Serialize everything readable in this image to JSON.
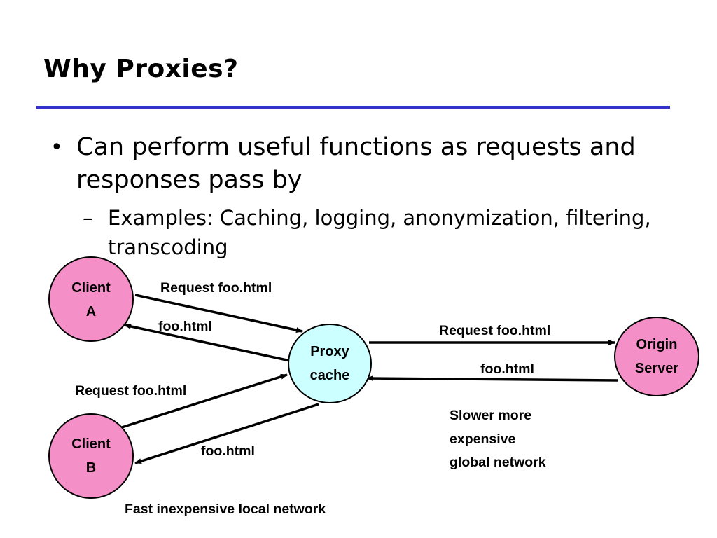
{
  "slide": {
    "title": "Why Proxies?",
    "rule_color": "#3333cc",
    "bullet": "•",
    "bullet_text": "Can perform useful functions as requests and responses pass by",
    "subbullet_dash": "–",
    "subbullet_text": "Examples: Caching, logging, anonymization, filtering, transcoding"
  },
  "diagram": {
    "nodes": {
      "client_a": {
        "line1": "Client",
        "line2": "A",
        "fill": "#f48fc7"
      },
      "client_b": {
        "line1": "Client",
        "line2": "B",
        "fill": "#f48fc7"
      },
      "proxy": {
        "line1": "Proxy",
        "line2": "cache",
        "fill": "#ccffff"
      },
      "origin": {
        "line1": "Origin",
        "line2": "Server",
        "fill": "#f48fc7"
      }
    },
    "edge_labels": {
      "a_request": "Request foo.html",
      "a_response": "foo.html",
      "b_request": "Request foo.html",
      "b_response": "foo.html",
      "origin_request": "Request foo.html",
      "origin_response": "foo.html"
    },
    "network_labels": {
      "global_line1": "Slower more",
      "global_line2": "expensive",
      "global_line3": "global network",
      "local": "Fast inexpensive local network"
    }
  }
}
